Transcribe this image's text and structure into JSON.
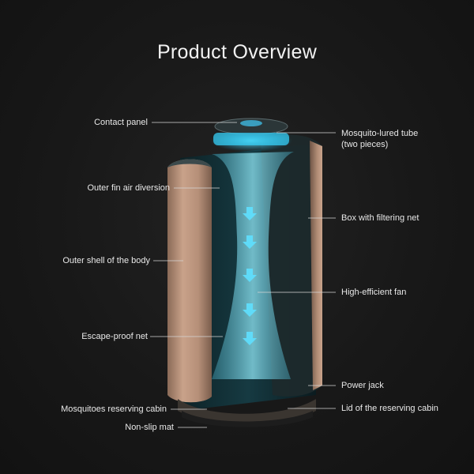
{
  "title": "Product Overview",
  "labels_left": [
    {
      "key": "contact_panel",
      "text": "Contact panel"
    },
    {
      "key": "outer_fin",
      "text": "Outer fin air diversion"
    },
    {
      "key": "outer_shell",
      "text": "Outer shell of the body"
    },
    {
      "key": "escape_net",
      "text": "Escape-proof net"
    },
    {
      "key": "reserving_cabin",
      "text": "Mosquitoes reserving cabin"
    },
    {
      "key": "non_slip",
      "text": "Non-slip mat"
    }
  ],
  "labels_right": [
    {
      "key": "lured_tube",
      "text": "Mosquito-lured tube",
      "text2": "(two pieces)"
    },
    {
      "key": "filter_box",
      "text": "Box with filtering net"
    },
    {
      "key": "fan",
      "text": "High-efficient fan"
    },
    {
      "key": "power_jack",
      "text": "Power jack"
    },
    {
      "key": "cabin_lid",
      "text": "Lid of the reserving cabin"
    }
  ],
  "colors": {
    "background": "#181818",
    "shell": "#b08a72",
    "glow": "#2ad4ff",
    "text": "#e8e8e8"
  }
}
